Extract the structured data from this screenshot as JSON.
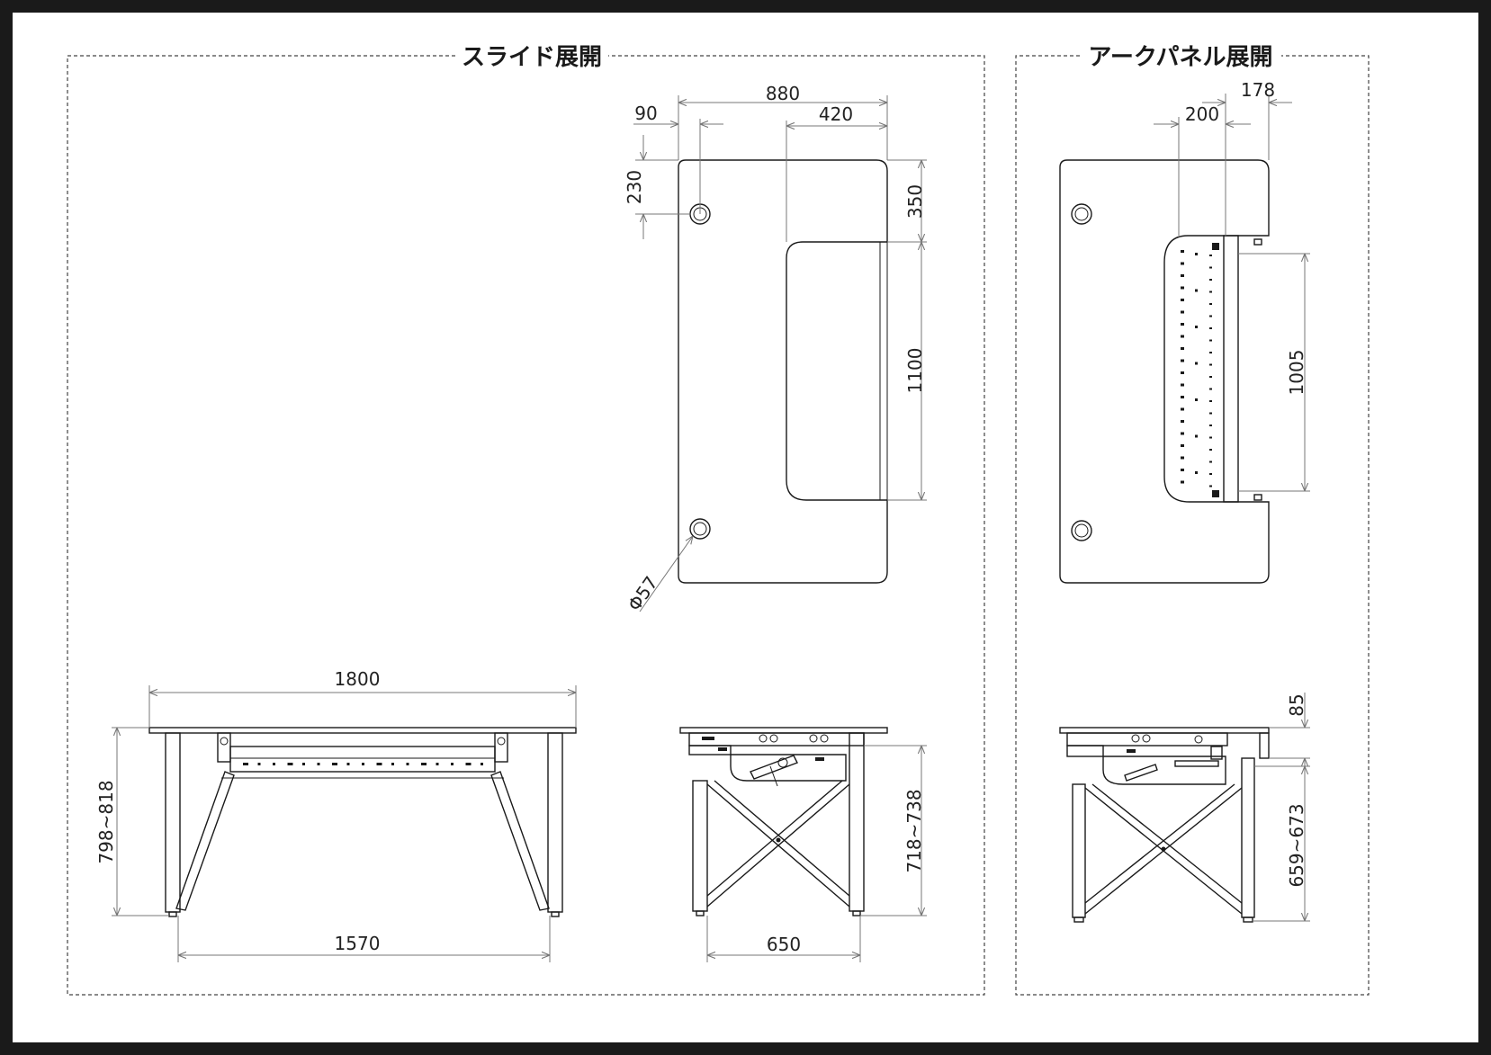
{
  "sections": {
    "slide": "スライド展開",
    "arc": "アークパネル展開"
  },
  "dims": {
    "top_880": "880",
    "top_420": "420",
    "top_90": "90",
    "top_230": "230",
    "top_350": "350",
    "top_1100": "1100",
    "top_d57": "Φ57",
    "arc_178": "178",
    "arc_200": "200",
    "arc_1005": "1005",
    "front_1800": "1800",
    "front_h": "798~818",
    "front_1570": "1570",
    "side_h": "718~738",
    "side_650": "650",
    "arc_85": "85",
    "arc_side_h": "659~673"
  },
  "colors": {
    "frame": "#1a1a1a",
    "line": "#1a1a1a",
    "dimension": "#777777"
  }
}
